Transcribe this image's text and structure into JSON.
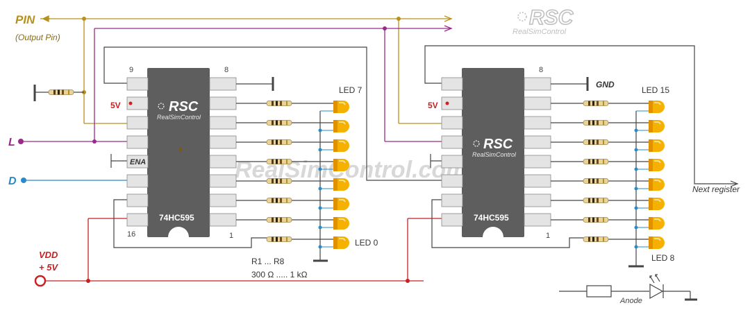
{
  "labels": {
    "pin": "PIN",
    "output_pin": "(Output Pin)",
    "l": "L",
    "d": "D",
    "vdd": "VDD",
    "plus5v": "+ 5V",
    "five_v_1": "5V",
    "five_v_2": "5V",
    "ena": "ENA",
    "gnd": "GND",
    "led7": "LED 7",
    "led0": "LED 0",
    "led15": "LED 15",
    "led8": "LED 8",
    "r_range": "R1 ... R8",
    "r_values": "300 Ω ..... 1 kΩ",
    "next_register": "Next register",
    "anode": "Anode",
    "watermark": "RealSimControl.com",
    "chip1_label": "74HC595",
    "chip2_label": "74HC595",
    "chip1_brand": "RealSimControl",
    "chip2_brand": "RealSimControl",
    "chip1_logo": "RSC",
    "chip2_logo": "RSC",
    "logo": "RSC",
    "logo_sub": "RealSimControl",
    "pin9": "9",
    "pin8_1": "8",
    "pin16": "16",
    "pin1_1": "1",
    "pin8_2": "8",
    "pin1_2": "1"
  },
  "colors": {
    "pin_wire": "#b8901a",
    "l_wire": "#9a2a8a",
    "d_wire": "#2a8ac8",
    "vdd_wire": "#c82020",
    "led": "#f4a800",
    "chip": "#5e5e5e",
    "wire": "#444444"
  }
}
